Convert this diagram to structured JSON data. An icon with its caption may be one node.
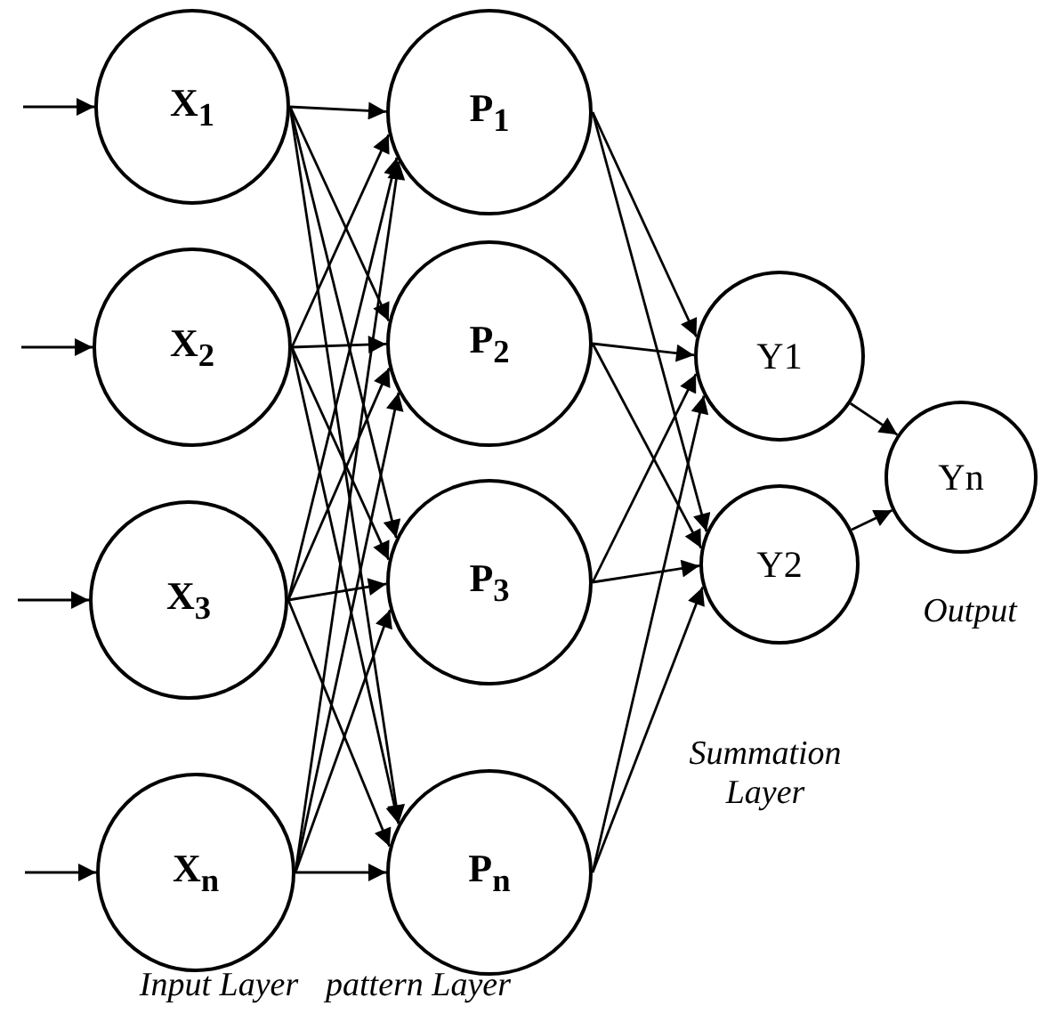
{
  "diagram": {
    "nodes": [
      {
        "text": [
          "X$_{1}$"
        ]
      },
      {
        "text": [
          "X$_{2}$"
        ]
      },
      {
        "text": [
          "X$_{3}$"
        ]
      },
      {
        "text": [
          "X$_{n}$"
        ]
      },
      {
        "text": [
          "P$_{1}$"
        ]
      },
      {
        "text": [
          "P$_{2}$"
        ]
      },
      {
        "text": [
          "P$_{3}$"
        ]
      },
      {
        "text": [
          "P$_{n}$"
        ]
      },
      {
        "text": [
          "Y1"
        ]
      },
      {
        "text": [
          "Y2"
        ]
      },
      {
        "text": [
          "Yn"
        ]
      }
    ],
    "edges": [
      {
        "from": null,
        "to": 0,
        "arrow": "to"
      },
      {
        "from": null,
        "to": 1,
        "arrow": "to"
      },
      {
        "from": null,
        "to": 2,
        "arrow": "to"
      },
      {
        "from": null,
        "to": 3,
        "arrow": "to"
      },
      {
        "from": 0,
        "to": 4,
        "arrow": "to"
      },
      {
        "from": 0,
        "to": 5,
        "arrow": "to"
      },
      {
        "from": 0,
        "to": 6,
        "arrow": "to"
      },
      {
        "from": 0,
        "to": 7,
        "arrow": "to"
      },
      {
        "from": 1,
        "to": 4,
        "arrow": "to"
      },
      {
        "from": 1,
        "to": 5,
        "arrow": "to"
      },
      {
        "from": 1,
        "to": 6,
        "arrow": "to"
      },
      {
        "from": 1,
        "to": 7,
        "arrow": "to"
      },
      {
        "from": 2,
        "to": 4,
        "arrow": "to"
      },
      {
        "from": 2,
        "to": 5,
        "arrow": "to"
      },
      {
        "from": 2,
        "to": 6,
        "arrow": "to"
      },
      {
        "from": 2,
        "to": 7,
        "arrow": "to"
      },
      {
        "from": 3,
        "to": 4,
        "arrow": "to"
      },
      {
        "from": 3,
        "to": 5,
        "arrow": "to"
      },
      {
        "from": 3,
        "to": 6,
        "arrow": "to"
      },
      {
        "from": 3,
        "to": 7,
        "arrow": "to"
      },
      {
        "from": 4,
        "to": 8,
        "arrow": "to"
      },
      {
        "from": 4,
        "to": 9,
        "arrow": "to"
      },
      {
        "from": 5,
        "to": 8,
        "arrow": "to"
      },
      {
        "from": 5,
        "to": 9,
        "arrow": "to"
      },
      {
        "from": 6,
        "to": 8,
        "arrow": "to"
      },
      {
        "from": 6,
        "to": 9,
        "arrow": "to"
      },
      {
        "from": 7,
        "to": 8,
        "arrow": "to"
      },
      {
        "from": 7,
        "to": 9,
        "arrow": "to"
      },
      {
        "from": 8,
        "to": 10,
        "arrow": "to"
      },
      {
        "from": 9,
        "to": 10,
        "arrow": "to"
      }
    ],
    "labels": [
      "Output",
      "Summation Layer",
      "Input Layer",
      "pattern Layer"
    ]
  }
}
